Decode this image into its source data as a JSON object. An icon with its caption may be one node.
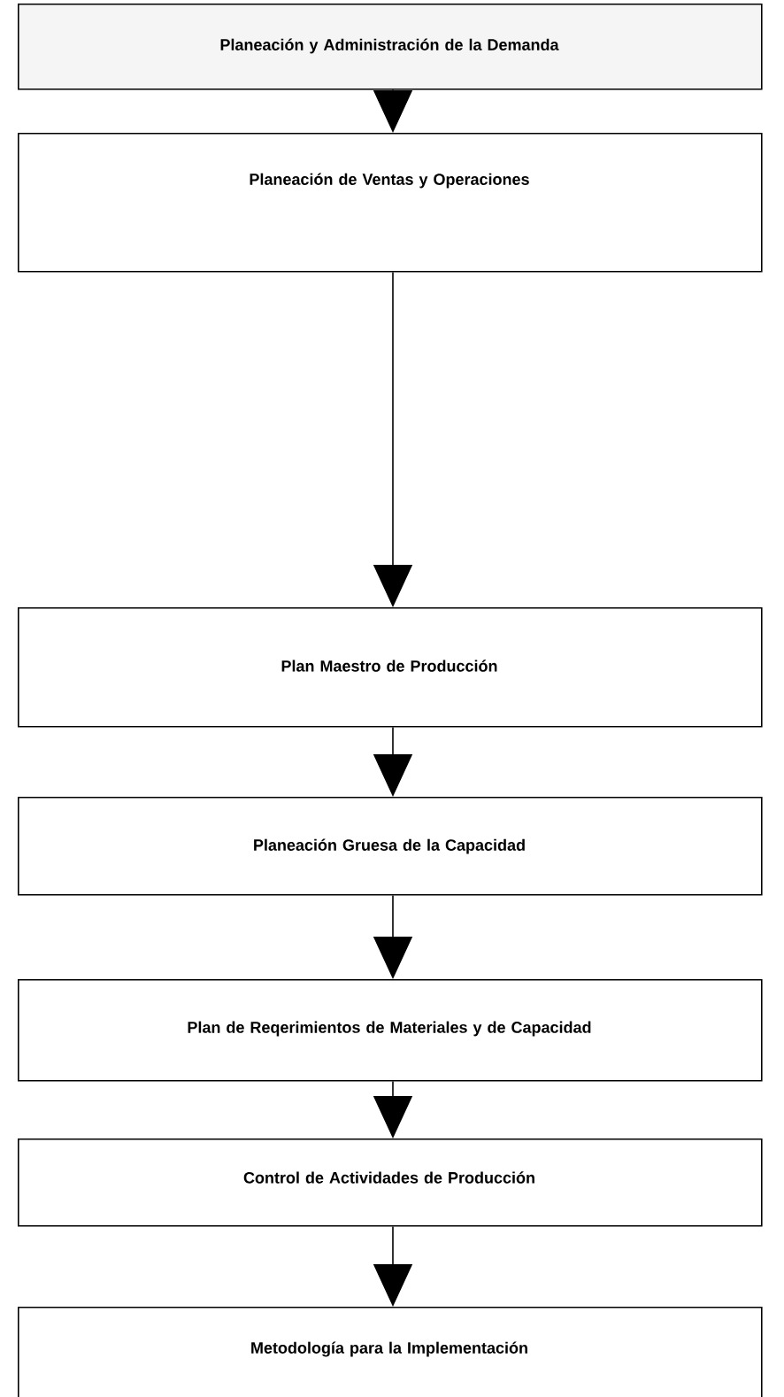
{
  "diagram": {
    "nodes": [
      {
        "text": [
          "Planeación y Administración de la Demanda"
        ]
      },
      {
        "text": [
          "Planeación de Ventas y Operaciones"
        ]
      },
      {
        "text": [
          "Plan Maestro de Producción"
        ]
      },
      {
        "text": [
          "Planeación Gruesa de la Capacidad"
        ]
      },
      {
        "text": [
          "Plan de Reqerimientos de Materiales y de Capacidad"
        ]
      },
      {
        "text": [
          "Control de Actividades de Producción"
        ]
      },
      {
        "text": [
          "Metodología para la Implementación"
        ]
      }
    ],
    "edges": [
      {
        "from": 0,
        "to": 1,
        "arrow": "to"
      },
      {
        "from": 1,
        "to": 2,
        "arrow": "to"
      },
      {
        "from": 2,
        "to": 3,
        "arrow": "to"
      },
      {
        "from": 3,
        "to": 4,
        "arrow": "to"
      },
      {
        "from": 4,
        "to": 5,
        "arrow": "to"
      },
      {
        "from": 5,
        "to": 6,
        "arrow": "to"
      }
    ]
  }
}
